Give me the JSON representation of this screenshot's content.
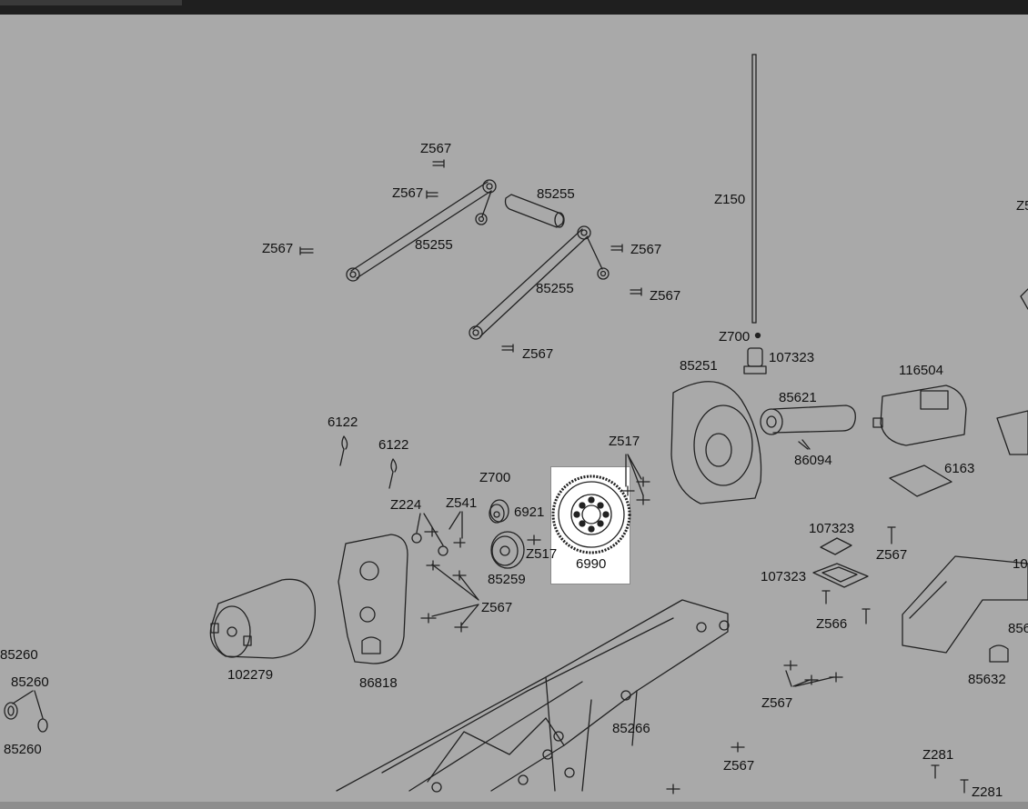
{
  "diagram": {
    "highlighted_part": "6990",
    "labels": [
      {
        "id": "l1",
        "text": "Z567"
      },
      {
        "id": "l2",
        "text": "Z567"
      },
      {
        "id": "l3",
        "text": "85255"
      },
      {
        "id": "l4",
        "text": "Z567"
      },
      {
        "id": "l5",
        "text": "85255"
      },
      {
        "id": "l6",
        "text": "Z567"
      },
      {
        "id": "l7",
        "text": "85255"
      },
      {
        "id": "l8",
        "text": "Z567"
      },
      {
        "id": "l9",
        "text": "Z567"
      },
      {
        "id": "l10",
        "text": "Z150"
      },
      {
        "id": "l11",
        "text": "Z700"
      },
      {
        "id": "l12",
        "text": "107323"
      },
      {
        "id": "l13",
        "text": "85251"
      },
      {
        "id": "l14",
        "text": "116504"
      },
      {
        "id": "l15",
        "text": "85621"
      },
      {
        "id": "l16",
        "text": "86094"
      },
      {
        "id": "l17",
        "text": "6163"
      },
      {
        "id": "l18",
        "text": "6122"
      },
      {
        "id": "l19",
        "text": "6122"
      },
      {
        "id": "l20",
        "text": "Z517"
      },
      {
        "id": "l21",
        "text": "Z700"
      },
      {
        "id": "l22",
        "text": "Z224"
      },
      {
        "id": "l23",
        "text": "Z541"
      },
      {
        "id": "l24",
        "text": "6921"
      },
      {
        "id": "l25",
        "text": "Z517"
      },
      {
        "id": "l26",
        "text": "6990"
      },
      {
        "id": "l27",
        "text": "85259"
      },
      {
        "id": "l28",
        "text": "Z567"
      },
      {
        "id": "l29",
        "text": "107323"
      },
      {
        "id": "l30",
        "text": "Z567"
      },
      {
        "id": "l31",
        "text": "107323"
      },
      {
        "id": "l32",
        "text": "Z566"
      },
      {
        "id": "l33",
        "text": "85632"
      },
      {
        "id": "l34",
        "text": "102279"
      },
      {
        "id": "l35",
        "text": "86818"
      },
      {
        "id": "l36",
        "text": "85260"
      },
      {
        "id": "l37",
        "text": "85260"
      },
      {
        "id": "l38",
        "text": "85260"
      },
      {
        "id": "l39",
        "text": "85266"
      },
      {
        "id": "l40",
        "text": "Z567"
      },
      {
        "id": "l41",
        "text": "Z567"
      },
      {
        "id": "l42",
        "text": "Z281"
      },
      {
        "id": "l43",
        "text": "Z281"
      },
      {
        "id": "l44",
        "text": "Z5"
      },
      {
        "id": "l45",
        "text": "10"
      },
      {
        "id": "l46",
        "text": "856"
      }
    ]
  }
}
